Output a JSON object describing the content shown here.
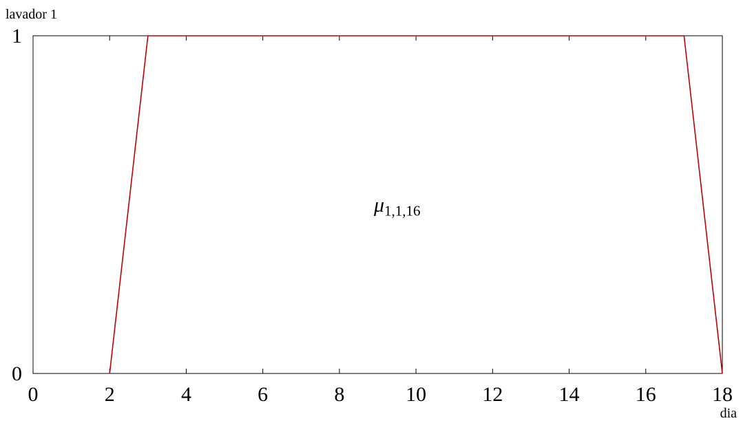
{
  "chart_data": {
    "type": "line",
    "title": "",
    "ylabel": "lavador 1",
    "xlabel": "dia",
    "xlim": [
      0,
      18
    ],
    "ylim": [
      0,
      1
    ],
    "x_ticks": [
      0,
      2,
      4,
      6,
      8,
      10,
      12,
      14,
      16,
      18
    ],
    "x_tick_labels": [
      "0",
      "2",
      "4",
      "6",
      "8",
      "10",
      "12",
      "14",
      "16",
      "18"
    ],
    "y_ticks": [
      0,
      1
    ],
    "y_tick_labels": [
      "0",
      "1"
    ],
    "grid": false,
    "annotation": {
      "symbol": "μ",
      "subscript": "1,1,16",
      "x": 8.9,
      "y": 0.5
    },
    "series": [
      {
        "color": "#c00000",
        "x": [
          2,
          3,
          17,
          18
        ],
        "y": [
          0,
          1,
          1,
          0
        ]
      }
    ]
  }
}
